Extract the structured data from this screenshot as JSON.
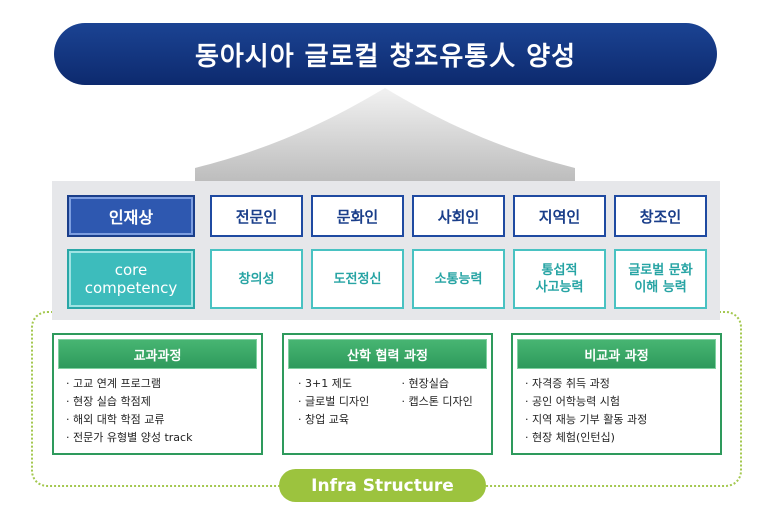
{
  "title": "동아시아 글로컬 창조유통人 양성",
  "talent_label": "인재상",
  "talents": [
    "전문인",
    "문화인",
    "사회인",
    "지역인",
    "창조인"
  ],
  "core_label": [
    "core",
    "competency"
  ],
  "competencies": [
    [
      "창의성"
    ],
    [
      "도전정신"
    ],
    [
      "소통능력"
    ],
    [
      "통섭적",
      "사고능력"
    ],
    [
      "글로벌 문화",
      "이해 능력"
    ]
  ],
  "programs": [
    {
      "title": "교과과정",
      "items": [
        "고교 연계 프로그램",
        "현장 실습 학점제",
        "해외 대학 학점 교류",
        "전문가 유형별 양성 track"
      ]
    },
    {
      "title": "산학 협력 과정",
      "col1": [
        "3+1 제도",
        "글로벌 디자인",
        "창업 교육"
      ],
      "col2": [
        "현장실습",
        "캡스톤 디자인"
      ]
    },
    {
      "title": "비교과 과정",
      "items": [
        "자격증 취득 과정",
        "공인 어학능력 시험",
        "지역 재능 기부 활동 과정",
        "현장 체험(인턴십)"
      ]
    }
  ],
  "infra": "Infra Structure",
  "colors": {
    "navy": "#0d2a6e",
    "blue": "#2e58b0",
    "teal": "#3dbcbc",
    "green": "#2e9a5c",
    "lime": "#9cc33e"
  }
}
